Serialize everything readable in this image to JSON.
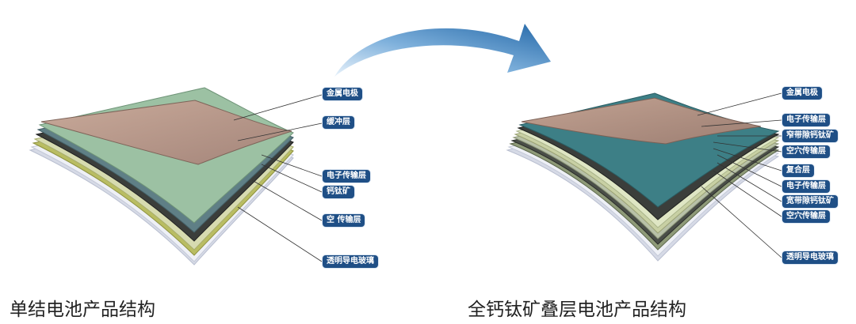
{
  "left": {
    "caption": "单结电池产品结构",
    "labels": [
      "金属电极",
      "缓冲层",
      "电子传输层",
      "钙钛矿",
      "空 传输层",
      "透明导电玻璃"
    ]
  },
  "right": {
    "caption": "全钙钛矿叠层电池产品结构",
    "labels": [
      "金属电极",
      "电子传输层",
      "窄带隙钙钛矿",
      "空穴传输层",
      "复合层",
      "电子传输层",
      "宽带隙钙钛矿",
      "空穴传输层",
      "透明导电玻璃"
    ]
  },
  "colors": {
    "label_bg": "#1f4f86",
    "arrow": "#2e77b8",
    "electrode": "#b99a8a",
    "buffer": "#8fb89a",
    "perovskite": "#3a3f3a",
    "glass": "#cfd5e2"
  }
}
